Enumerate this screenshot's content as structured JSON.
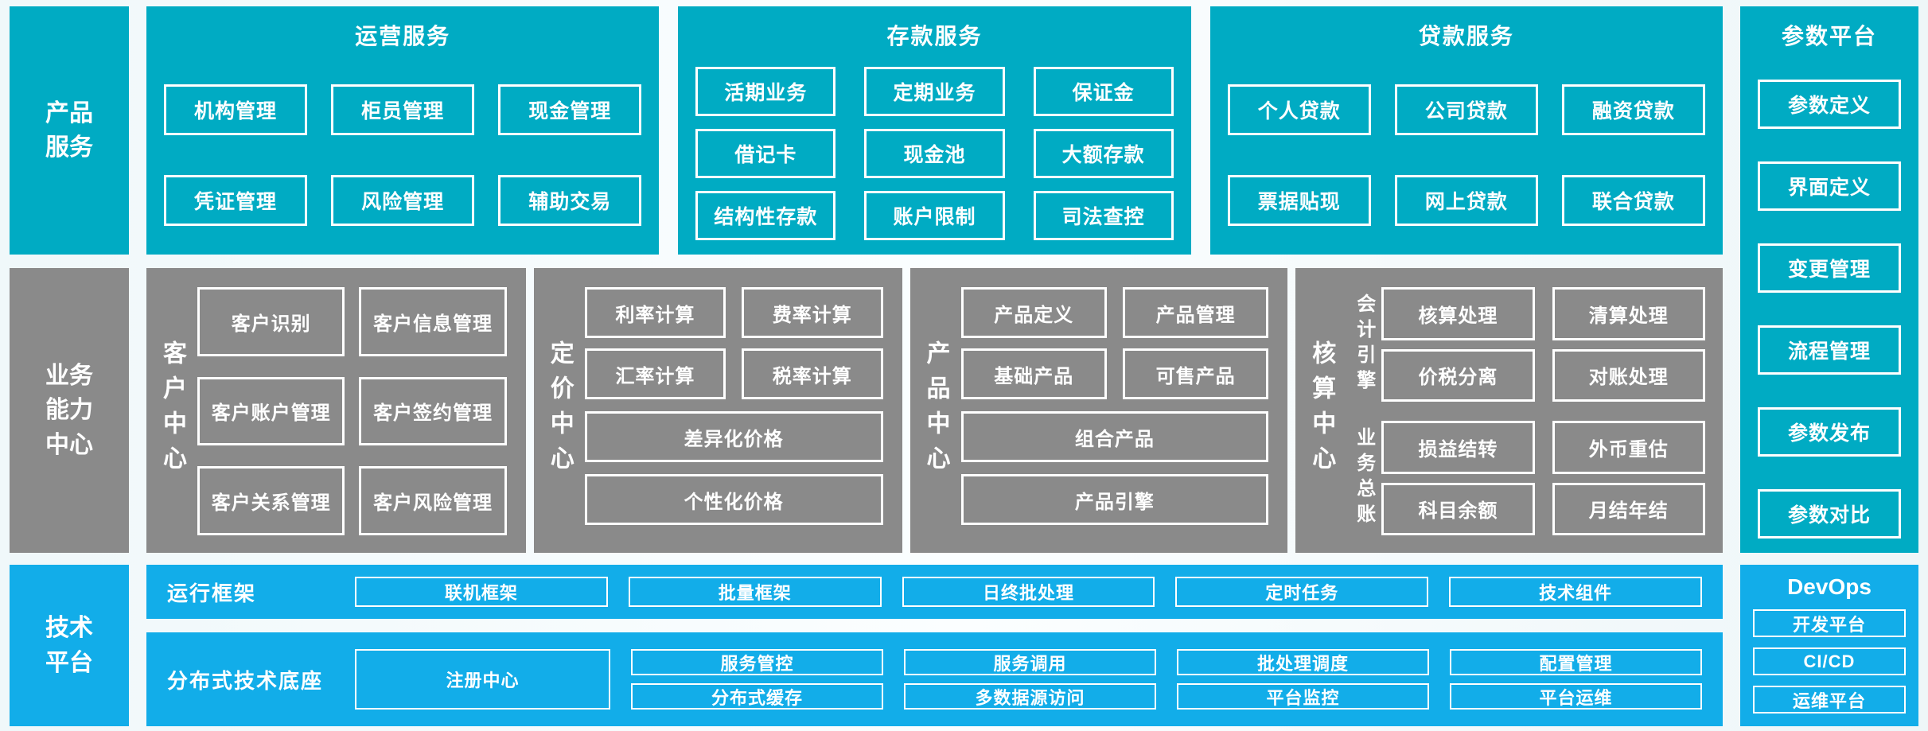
{
  "palette": {
    "teal": "#00abc3",
    "gray": "#8a8a8a",
    "blue": "#12ade9",
    "background": "#f0f8fa",
    "box_border": "#ffffff",
    "text": "#ffffff"
  },
  "product_row": {
    "sidebar": "产品\n服务",
    "operations": {
      "title": "运营服务",
      "items": [
        "机构管理",
        "柜员管理",
        "现金管理",
        "凭证管理",
        "风险管理",
        "辅助交易"
      ]
    },
    "deposit": {
      "title": "存款服务",
      "items": [
        "活期业务",
        "定期业务",
        "保证金",
        "借记卡",
        "现金池",
        "大额存款",
        "结构性存款",
        "账户限制",
        "司法查控"
      ]
    },
    "loan": {
      "title": "贷款服务",
      "items": [
        "个人贷款",
        "公司贷款",
        "融资贷款",
        "票据贴现",
        "网上贷款",
        "联合贷款"
      ]
    }
  },
  "business_row": {
    "sidebar": "业务\n能力\n中心",
    "customer": {
      "label": "客户中心",
      "items": [
        "客户识别",
        "客户信息管理",
        "客户账户管理",
        "客户签约管理",
        "客户关系管理",
        "客户风险管理"
      ]
    },
    "pricing": {
      "label": "定价中心",
      "grid": [
        "利率计算",
        "费率计算",
        "汇率计算",
        "税率计算"
      ],
      "wide": [
        "差异化价格",
        "个性化价格"
      ]
    },
    "product_center": {
      "label": "产品中心",
      "grid": [
        "产品定义",
        "产品管理",
        "基础产品",
        "可售产品"
      ],
      "wide": [
        "组合产品",
        "产品引擎"
      ]
    },
    "accounting": {
      "label": "核算中心",
      "engine": {
        "label": "会计引擎",
        "items": [
          "核算处理",
          "清算处理",
          "价税分离",
          "对账处理"
        ]
      },
      "ledger": {
        "label": "业务总账",
        "items": [
          "损益结转",
          "外币重估",
          "科目余额",
          "月结年结"
        ]
      }
    }
  },
  "tech_row": {
    "sidebar": "技术\n平台",
    "runtime": {
      "label": "运行框架",
      "items": [
        "联机框架",
        "批量框架",
        "日终批处理",
        "定时任务",
        "技术组件"
      ]
    },
    "base": {
      "label": "分布式技术底座",
      "registry": "注册中心",
      "top": [
        "服务管控",
        "服务调用",
        "批处理调度",
        "配置管理"
      ],
      "bottom": [
        "分布式缓存",
        "多数据源访问",
        "平台监控",
        "平台运维"
      ]
    }
  },
  "right_col": {
    "param": {
      "title": "参数平台",
      "items": [
        "参数定义",
        "界面定义",
        "变更管理",
        "流程管理",
        "参数发布",
        "参数对比"
      ]
    },
    "devops": {
      "title": "DevOps",
      "items": [
        "开发平台",
        "CI/CD",
        "运维平台"
      ]
    }
  }
}
